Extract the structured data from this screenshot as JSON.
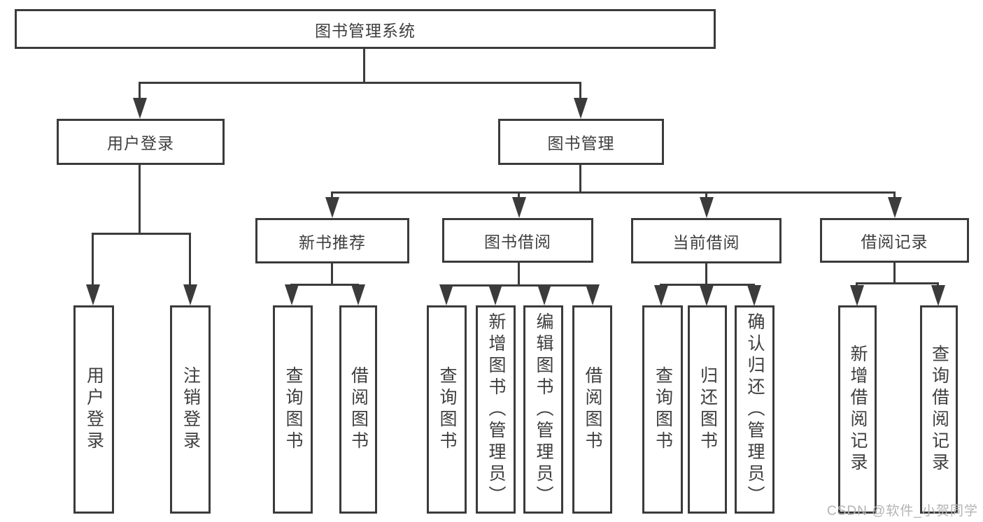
{
  "diagram": {
    "root": {
      "label": "图书管理系统"
    },
    "branches": [
      {
        "label": "用户登录",
        "leaves": [
          {
            "label": "用户登录"
          },
          {
            "label": "注销登录"
          }
        ]
      },
      {
        "label": "图书管理",
        "groups": [
          {
            "label": "新书推荐",
            "leaves": [
              {
                "label": "查询图书"
              },
              {
                "label": "借阅图书"
              }
            ]
          },
          {
            "label": "图书借阅",
            "leaves": [
              {
                "label": "查询图书"
              },
              {
                "label": "新增图书（管理员）"
              },
              {
                "label": "编辑图书（管理员）"
              },
              {
                "label": "借阅图书"
              }
            ]
          },
          {
            "label": "当前借阅",
            "leaves": [
              {
                "label": "查询图书"
              },
              {
                "label": "归还图书"
              },
              {
                "label": "确认归还（管理员）"
              }
            ]
          },
          {
            "label": "借阅记录",
            "leaves": [
              {
                "label": "新增借阅记录"
              },
              {
                "label": "查询借阅记录"
              }
            ]
          }
        ]
      }
    ]
  },
  "watermark": {
    "text": "CSDN @软件_小贺同学"
  },
  "colors": {
    "line": "#3b3b3b",
    "text": "#3e3e3e",
    "watermark": "#b3b3b3",
    "background": "#ffffff"
  }
}
